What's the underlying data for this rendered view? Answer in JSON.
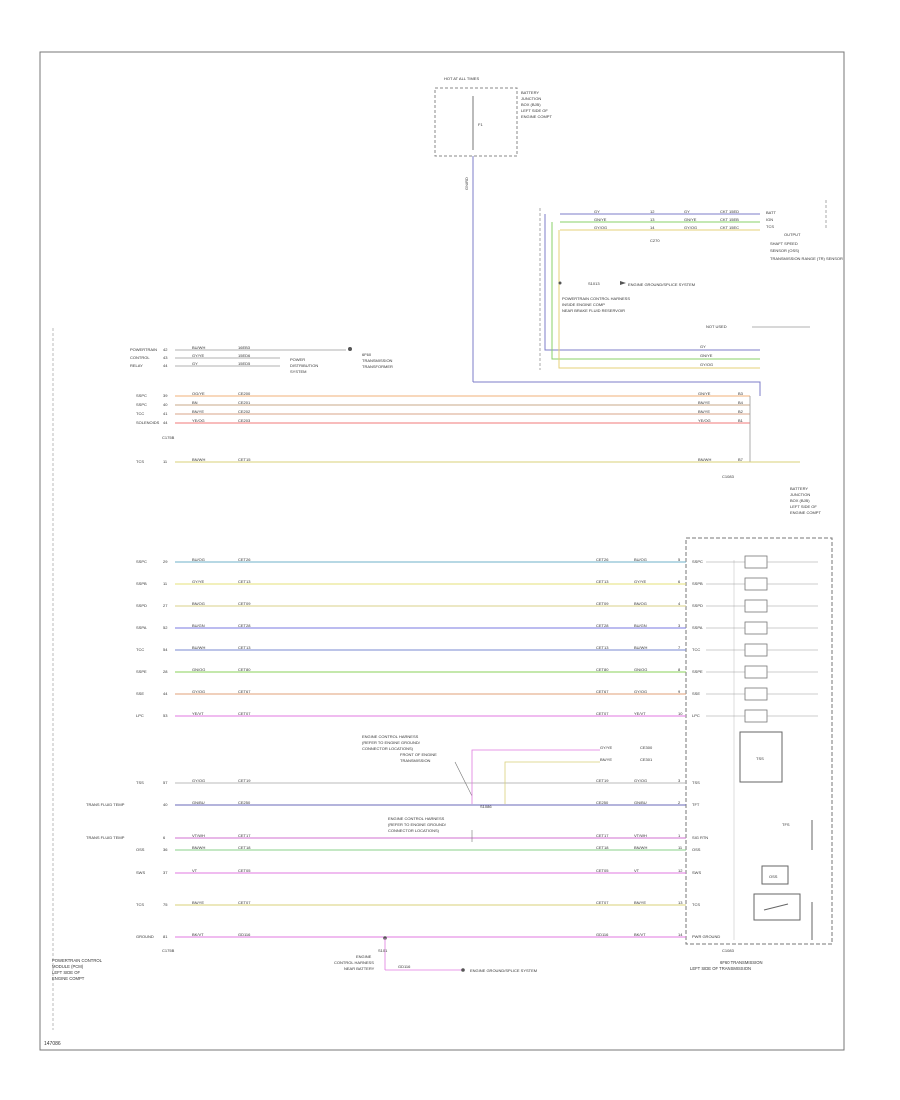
{
  "footer_code": "147086",
  "top_module": {
    "title": "HOT AT ALL TIMES",
    "fuse_label": "F1",
    "side_text": [
      "BATTERY",
      "JUNCTION",
      "BOX (BJB)",
      "LEFT SIDE OF",
      "ENGINE COMPT"
    ],
    "feed_wire": "GN/RD"
  },
  "upper_connector": {
    "rows": [
      {
        "color": "#7c7cc8",
        "wire": "GY",
        "pin": "12",
        "wire2": "GY",
        "circuit": "CKT 15ED"
      },
      {
        "color": "#8ad06a",
        "wire": "GN/YE",
        "pin": "13",
        "wire2": "GN/YE",
        "circuit": "CKT 15EB"
      },
      {
        "color": "#e6d27a",
        "wire": "GY/OG",
        "pin": "14",
        "wire2": "GY/OG",
        "circuit": "CKT 15EC"
      }
    ],
    "connector_id": "C270",
    "right_labels": [
      "BATT",
      "IGN",
      "TCS",
      "OUTPUT",
      "SHAFT SPEED",
      "SENSOR (OSS)"
    ],
    "module_title": "TRANSMISSION RANGE (TR) SENSOR",
    "splice_label": "S1013",
    "splice_note": "ENGINE GROUND/SPLICE SYSTEM",
    "harness_note": [
      "POWERTRAIN CONTROL HARNESS",
      "INSIDE ENGINE COMP",
      "NEAR BRAKE FLUID RESERVOIR"
    ],
    "not_used": "NOT USED"
  },
  "left_group1": {
    "rows": [
      {
        "label": "POWERTRAIN",
        "pin": "42",
        "wire": "BU/WH",
        "ckt": "16EB3"
      },
      {
        "label": "CONTROL",
        "pin": "43",
        "wire": "GY/YE",
        "ckt": "15ED6"
      },
      {
        "label": "RELAY",
        "pin": "44",
        "wire": "GY",
        "ckt": "15ED5"
      }
    ],
    "note": [
      "POWER",
      "DISTRIBUTION",
      "SYSTEM"
    ],
    "target": [
      "6F60",
      "TRANSMISSION",
      "TRANSFORMER"
    ]
  },
  "left_group2": {
    "rows": [
      {
        "label": "SSPC",
        "pin": "39",
        "wire": "OG/YE",
        "ckt": "CE200",
        "wire_r": "GN/YE",
        "pin_r": "B3",
        "color": "#f0b27a"
      },
      {
        "label": "SSPC",
        "pin": "40",
        "wire": "BN",
        "ckt": "CE201",
        "wire_r": "BN/YE",
        "pin_r": "B4",
        "color": "#c9a98a"
      },
      {
        "label": "TCC",
        "pin": "41",
        "wire": "BN/YE",
        "ckt": "CE202",
        "wire_r": "BN/YE",
        "pin_r": "B2",
        "color": "#d8a48a"
      },
      {
        "label": "SOLENOIDS",
        "pin": "44",
        "wire": "YE/OG",
        "ckt": "CE203",
        "wire_r": "YE/OG",
        "pin_r": "B1",
        "color": "#f07a7a"
      }
    ],
    "connector_id": "C175B",
    "tcs_row": {
      "label": "TCS",
      "pin": "11",
      "wire": "BN/WH",
      "ckt": "CET15",
      "wire_r": "BN/WH",
      "pin_r": "B7",
      "color": "#d9d07a"
    },
    "right_connector": "C1083",
    "bjb_side": [
      "BATTERY",
      "JUNCTION",
      "BOX (BJB)",
      "LEFT SIDE OF",
      "ENGINE COMPT"
    ]
  },
  "solenoid_rows": [
    {
      "label": "SSPC",
      "pin": "29",
      "wire": "BU/OG",
      "ckt": "CET26",
      "ckt_r": "CET26",
      "wire_r": "BU/OG",
      "pin_r": "5",
      "right": "SSPC",
      "color": "#6fb0c8"
    },
    {
      "label": "SSPB",
      "pin": "11",
      "wire": "GY/YE",
      "ckt": "CET13",
      "ckt_r": "CET13",
      "wire_r": "GY/YE",
      "pin_r": "6",
      "right": "SSPB",
      "color": "#e6e07a"
    },
    {
      "label": "SSPD",
      "pin": "27",
      "wire": "BN/OG",
      "ckt": "CET09",
      "ckt_r": "CET09",
      "wire_r": "BN/OG",
      "pin_r": "4",
      "right": "SSPD",
      "color": "#d8d08a"
    },
    {
      "label": "SSPA",
      "pin": "52",
      "wire": "BU/GN",
      "ckt": "CET28",
      "ckt_r": "CET28",
      "wire_r": "BU/GN",
      "pin_r": "3",
      "right": "SSPA",
      "color": "#7a7ae0"
    },
    {
      "label": "TCC",
      "pin": "54",
      "wire": "BU/WH",
      "ckt": "CET13",
      "ckt_r": "CET13",
      "wire_r": "BU/WH",
      "pin_r": "7",
      "right": "TCC",
      "color": "#7a8ad0"
    },
    {
      "label": "SSPE",
      "pin": "28",
      "wire": "GN/OG",
      "ckt": "CET80",
      "ckt_r": "CET80",
      "wire_r": "GN/OG",
      "pin_r": "8",
      "right": "SSPE",
      "color": "#8ad05a"
    },
    {
      "label": "SSE",
      "pin": "44",
      "wire": "GY/OG",
      "ckt": "CET67",
      "ckt_r": "CET67",
      "wire_r": "GY/OG",
      "pin_r": "9",
      "right": "SSE",
      "color": "#e0a07a"
    },
    {
      "label": "LPC",
      "pin": "53",
      "wire": "YE/VT",
      "ckt": "CET07",
      "ckt_r": "CET07",
      "wire_r": "YE/VT",
      "pin_r": "10",
      "right": "LPC",
      "color": "#e07ae0"
    }
  ],
  "lower_note1": [
    "ENGINE CONTROL HARNESS",
    "(REFER TO ENGINE GROUND/",
    "CONNECTOR LOCATIONS)",
    "FRONT OF ENGINE",
    "TRANSMISSION"
  ],
  "lower_rows": [
    {
      "label": "TSS",
      "pin": "57",
      "wire": "GY/OG",
      "ckt": "CET19",
      "ckt_r": "CET19",
      "wire_r": "GY/OG",
      "pin_r": "3",
      "right": "TSS",
      "color": "#bbbbbb"
    },
    {
      "label": "TRANS FLUID TEMP",
      "pin": "40",
      "wire": "GN/BU",
      "ckt": "CE250",
      "ckt_r": "CE250",
      "wire_r": "GN/BU",
      "pin_r": "2",
      "right": "TFT",
      "color": "#6a6ab8"
    },
    {
      "label": "TRANS FLUID TEMP",
      "pin": "6",
      "wire": "VT/WH",
      "ckt": "CET17",
      "ckt_r": "CET17",
      "wire_r": "VT/WH",
      "pin_r": "1",
      "right": "SIG RTN",
      "color": "#d070d0"
    },
    {
      "label": "OSS",
      "pin": "36",
      "wire": "BN/WH",
      "ckt": "CET18",
      "ckt_r": "CET18",
      "wire_r": "BN/WH",
      "pin_r": "11",
      "right": "OSS",
      "color": "#8ad08a"
    },
    {
      "label": "SWS",
      "pin": "37",
      "wire": "VT",
      "ckt": "CET05",
      "ckt_r": "CET05",
      "wire_r": "VT",
      "pin_r": "12",
      "right": "SWS",
      "color": "#e07ae0"
    },
    {
      "label": "TCS",
      "pin": "75",
      "wire": "BN/YE",
      "ckt": "CET07",
      "ckt_r": "CET07",
      "wire_r": "BN/YE",
      "pin_r": "13",
      "right": "TCS",
      "color": "#d9d07a"
    },
    {
      "label": "GROUND",
      "pin": "81",
      "wire": "BK/VT",
      "ckt": "GD116",
      "ckt_r": "GD116",
      "wire_r": "BK/VT",
      "pin_r": "14",
      "right": "PWR GROUND",
      "color": "#e07ae0"
    }
  ],
  "tss_mid": {
    "wire": "GY/YE",
    "ckt": "CE300",
    "wire2": "BN/YE",
    "ckt2": "CE301"
  },
  "lower_note2": [
    "ENGINE CONTROL HARNESS",
    "(REFER TO ENGINE GROUND/",
    "CONNECTOR LOCATIONS)"
  ],
  "lower_connectors": {
    "left": "C175B",
    "right": "C1083",
    "mid": "S1086"
  },
  "bottom_splice": {
    "label": "S101",
    "note": [
      "ENGINE",
      "CONTROL HARNESS",
      "NEAR BATTERY"
    ],
    "wire": "GD116",
    "target": "ENGINE GROUND/SPLICE SYSTEM"
  },
  "pcm_caption": [
    "POWERTRAIN CONTROL",
    "MODULE (PCM)",
    "LEFT SIDE OF",
    "ENGINE COMPT"
  ],
  "trans_caption": [
    "6F60 TRANSMISSION",
    "LEFT SIDE OF TRANSMISSION"
  ],
  "trans_labels": {
    "tfs": "TFS",
    "tss": "TSS",
    "oss": "OSS"
  }
}
